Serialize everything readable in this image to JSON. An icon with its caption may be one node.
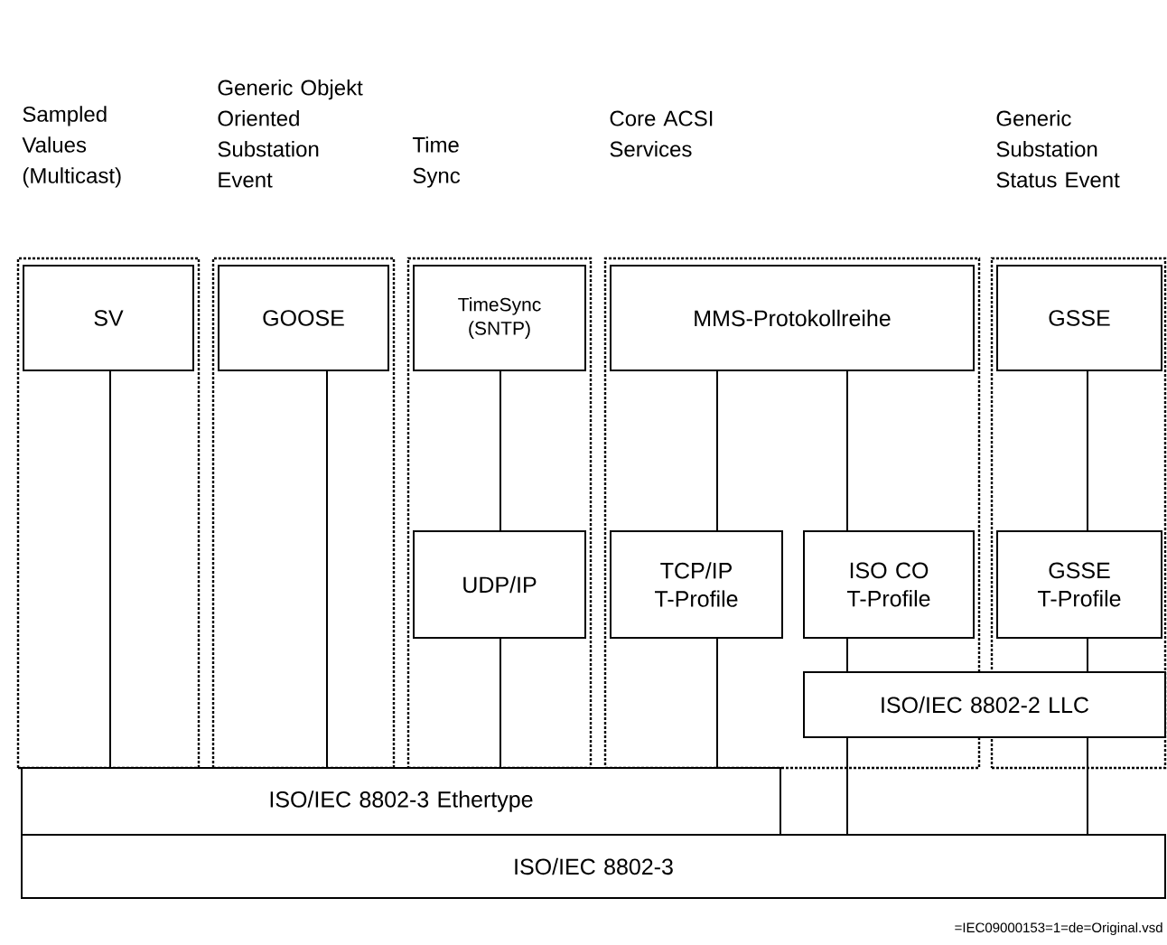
{
  "diagram": {
    "nodes": [
      {
        "text": [
          "Sampled Values (Multicast)"
        ]
      },
      {
        "text": [
          "SV"
        ],
        "in": 0
      },
      {
        "text": [
          "Generic Objekt Oriented Substation Event"
        ]
      },
      {
        "text": [
          "GOOSE"
        ],
        "in": 2
      },
      {
        "text": [
          "Time Sync"
        ]
      },
      {
        "text": [
          "TimeSync (SNTP)"
        ],
        "in": 4
      },
      {
        "text": [
          "UDP/IP"
        ],
        "in": 4
      },
      {
        "text": [
          "Core ACSI Services"
        ]
      },
      {
        "text": [
          "MMS-Protokollreihe"
        ],
        "in": 7
      },
      {
        "text": [
          "TCP/IP T-Profile"
        ],
        "in": 7
      },
      {
        "text": [
          "ISO CO T-Profile"
        ],
        "in": 7
      },
      {
        "text": [
          "Generic Substation Status Event"
        ]
      },
      {
        "text": [
          "GSSE"
        ],
        "in": 11
      },
      {
        "text": [
          "GSSE T-Profile"
        ],
        "in": 11
      },
      {
        "text": [
          "ISO/IEC 8802-2 LLC"
        ]
      },
      {
        "text": [
          "ISO/IEC 8802-3 Ethertype"
        ]
      },
      {
        "text": [
          "ISO/IEC 8802-3"
        ]
      }
    ],
    "edges": [
      {
        "from": 1,
        "to": 15,
        "arrow": "none"
      },
      {
        "from": 3,
        "to": 15,
        "arrow": "none"
      },
      {
        "from": 5,
        "to": 6,
        "arrow": "none"
      },
      {
        "from": 6,
        "to": 15,
        "arrow": "none"
      },
      {
        "from": 8,
        "to": 9,
        "arrow": "none"
      },
      {
        "from": 8,
        "to": 10,
        "arrow": "none"
      },
      {
        "from": 9,
        "to": 15,
        "arrow": "none"
      },
      {
        "from": 10,
        "to": 14,
        "arrow": "none"
      },
      {
        "from": 12,
        "to": 13,
        "arrow": "none"
      },
      {
        "from": 13,
        "to": 14,
        "arrow": "none"
      },
      {
        "from": 14,
        "to": 16,
        "arrow": "none"
      },
      {
        "from": 14,
        "to": 16,
        "arrow": "none"
      }
    ],
    "labels": [
      "=IEC09000153=1=de=Original.vsd"
    ]
  }
}
